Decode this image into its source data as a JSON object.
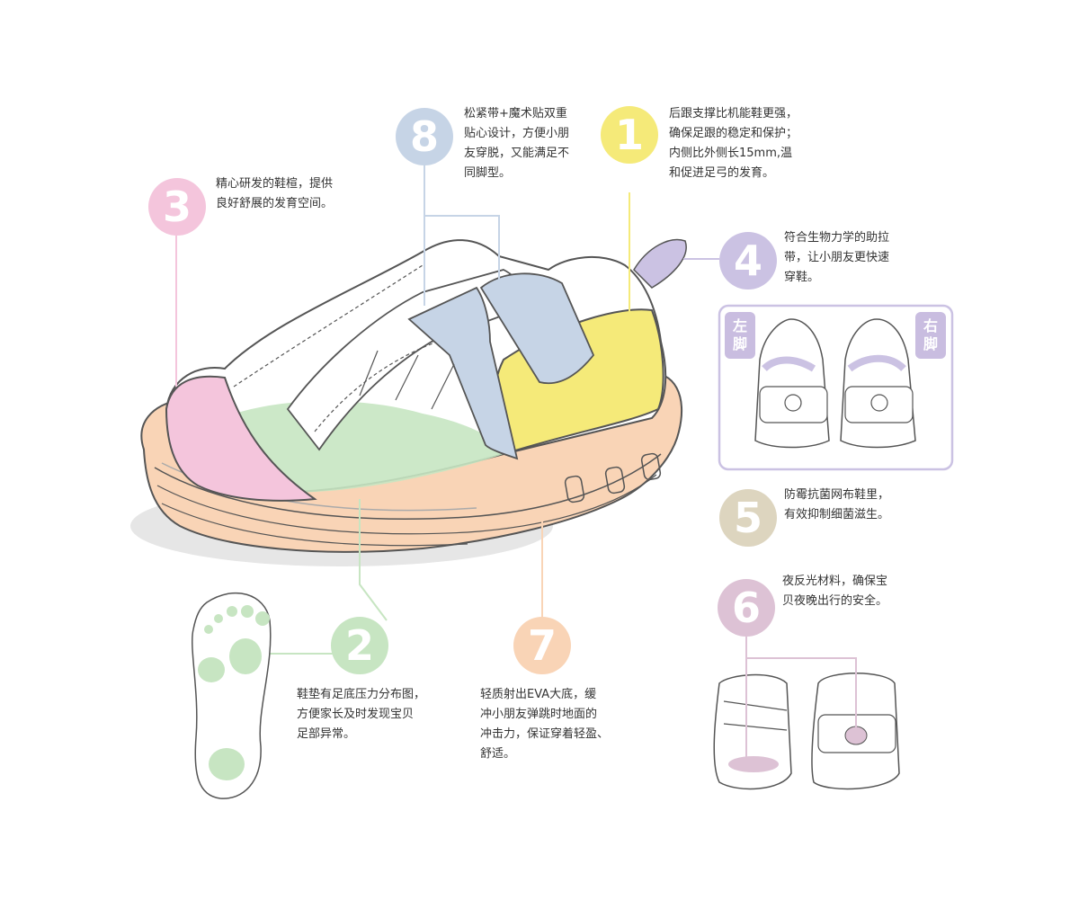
{
  "features": [
    {
      "num": "1",
      "color": "#f5ea79",
      "text": "后跟支撑比机能鞋更强，\n确保足跟的稳定和保护；\n内侧比外侧长15mm,温\n和促进足弓的发育。"
    },
    {
      "num": "2",
      "color": "#c7e5c2",
      "text": "鞋垫有足底压力分布图，\n方便家长及时发现宝贝\n足部异常。"
    },
    {
      "num": "3",
      "color": "#f4c5dc",
      "text": "精心研发的鞋楦，提供\n良好舒展的发育空间。"
    },
    {
      "num": "4",
      "color": "#cbc2e3",
      "text": "符合生物力学的助拉\n带，让小朋友更快速\n穿鞋。"
    },
    {
      "num": "5",
      "color": "#ddd5bf",
      "text": "防霉抗菌网布鞋里，\n有效抑制细菌滋生。"
    },
    {
      "num": "6",
      "color": "#ddc2d5",
      "text": "夜反光材料，确保宝\n贝夜晚出行的安全。"
    },
    {
      "num": "7",
      "color": "#f9d4b6",
      "text": "轻质射出EVA大底，缓\n冲小朋友弹跳时地面的\n冲击力，保证穿着轻盈、\n舒适。"
    },
    {
      "num": "8",
      "color": "#c6d4e6",
      "text": "松紧带+魔术贴双重\n贴心设计，方便小朋\n友穿脱，又能满足不\n同脚型。"
    }
  ],
  "sides": {
    "left": "左\n脚",
    "right": "右\n脚"
  },
  "colors": {
    "outline": "#555555",
    "sole": "#f9d4b6",
    "toe": "#f4c5dc",
    "mesh": "#c7e5c2",
    "heel": "#f5ea79",
    "strap": "#c6d4e6",
    "pull": "#cbc2e3",
    "reflect": "#ddc2d5",
    "box": "#cbc2e3"
  }
}
